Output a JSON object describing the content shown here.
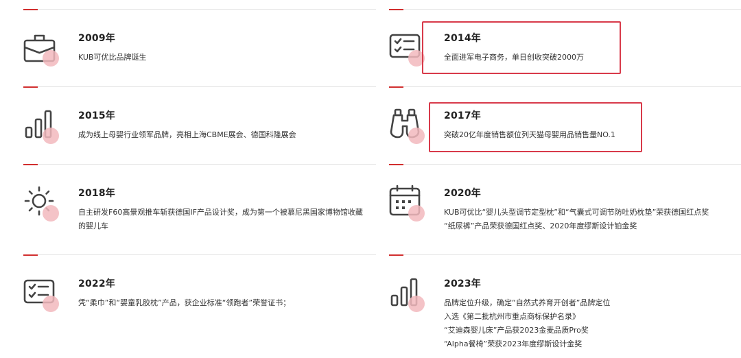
{
  "timeline": {
    "left": [
      {
        "year": "2009年",
        "icon": "briefcase-icon",
        "lines": [
          "KUB可优比品牌诞生"
        ]
      },
      {
        "year": "2015年",
        "icon": "bar-chart-icon",
        "lines": [
          "成为线上母婴行业领军品牌，亮相上海CBME展会、德国科隆展会"
        ]
      },
      {
        "year": "2018年",
        "icon": "sun-icon",
        "lines": [
          "自主研发F60高景观推车斩获德国IF产品设计奖，成为第一个被慕尼黑国家博物馆收藏",
          "的婴儿车"
        ]
      },
      {
        "year": "2022年",
        "icon": "checklist-icon",
        "lines": [
          "凭“柔巾”和“婴童乳胶枕”产品，获企业标准“领跑者”荣誉证书；"
        ]
      }
    ],
    "right": [
      {
        "year": "2014年",
        "icon": "checklist-icon",
        "lines": [
          "全面进军电子商务，单日创收突破2000万"
        ]
      },
      {
        "year": "2017年",
        "icon": "binoculars-icon",
        "lines": [
          "突破20亿年度销售额位列天猫母婴用品销售量NO.1"
        ]
      },
      {
        "year": "2020年",
        "icon": "calendar-icon",
        "lines": [
          "KUB可优比“婴儿头型调节定型枕”和“气囊式可调节防吐奶枕垫”荣获德国红点奖",
          "“纸尿裤”产品荣获德国红点奖、2020年度缪斯设计铂金奖"
        ]
      },
      {
        "year": "2023年",
        "icon": "bar-chart-icon",
        "lines": [
          "品牌定位升级，确定“自然式养育开创者”品牌定位",
          "入选《第二批杭州市重点商标保护名录》",
          "“艾迪森婴儿床”产品获2023金麦品质Pro奖",
          "“Alpha餐椅”荣获2023年度缪斯设计金奖"
        ]
      }
    ]
  },
  "colors": {
    "accent": "#d12e2e",
    "highlight_box": "#d83a4a",
    "dot": "#f2b8bd",
    "icon_stroke": "#444444"
  }
}
